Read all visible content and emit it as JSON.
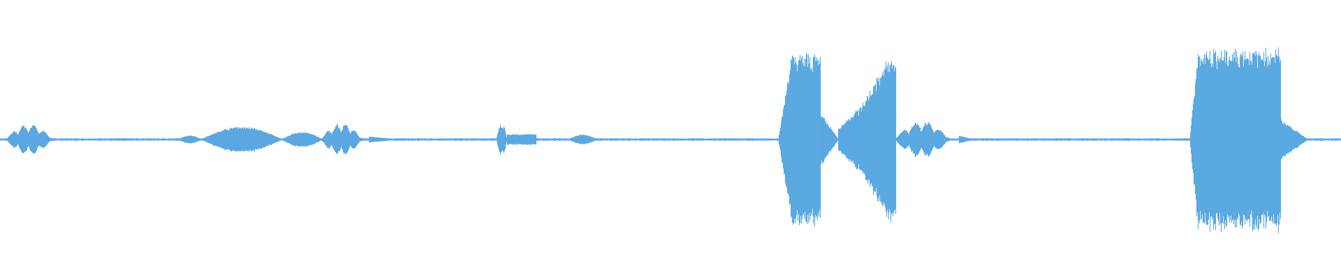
{
  "waveform": {
    "color": "#5aa9e1",
    "background": "#ffffff",
    "segments": [
      {
        "start": 0.005,
        "end": 0.045,
        "amplitude": 0.17,
        "shape": "burst"
      },
      {
        "start": 0.133,
        "end": 0.15,
        "amplitude": 0.04,
        "shape": "swell"
      },
      {
        "start": 0.15,
        "end": 0.21,
        "amplitude": 0.14,
        "shape": "swell"
      },
      {
        "start": 0.21,
        "end": 0.24,
        "amplitude": 0.08,
        "shape": "swell"
      },
      {
        "start": 0.24,
        "end": 0.275,
        "amplitude": 0.18,
        "shape": "burst"
      },
      {
        "start": 0.275,
        "end": 0.295,
        "amplitude": 0.03,
        "shape": "decay"
      },
      {
        "start": 0.37,
        "end": 0.378,
        "amplitude": 0.2,
        "shape": "spike"
      },
      {
        "start": 0.378,
        "end": 0.4,
        "amplitude": 0.07,
        "shape": "flat"
      },
      {
        "start": 0.424,
        "end": 0.445,
        "amplitude": 0.05,
        "shape": "swell"
      },
      {
        "start": 0.58,
        "end": 0.59,
        "amplitude": 0.95,
        "shape": "attack"
      },
      {
        "start": 0.59,
        "end": 0.612,
        "amplitude": 0.95,
        "shape": "loud"
      },
      {
        "start": 0.612,
        "end": 0.625,
        "amplitude": 0.3,
        "shape": "decay"
      },
      {
        "start": 0.625,
        "end": 0.64,
        "amplitude": 0.35,
        "shape": "rise"
      },
      {
        "start": 0.64,
        "end": 0.663,
        "amplitude": 0.92,
        "shape": "rise"
      },
      {
        "start": 0.663,
        "end": 0.668,
        "amplitude": 0.9,
        "shape": "loud"
      },
      {
        "start": 0.668,
        "end": 0.715,
        "amplitude": 0.2,
        "shape": "burst"
      },
      {
        "start": 0.715,
        "end": 0.725,
        "amplitude": 0.04,
        "shape": "decay"
      },
      {
        "start": 0.887,
        "end": 0.893,
        "amplitude": 1.0,
        "shape": "attack"
      },
      {
        "start": 0.893,
        "end": 0.955,
        "amplitude": 1.0,
        "shape": "loud"
      },
      {
        "start": 0.955,
        "end": 0.975,
        "amplitude": 0.22,
        "shape": "decay"
      }
    ]
  }
}
